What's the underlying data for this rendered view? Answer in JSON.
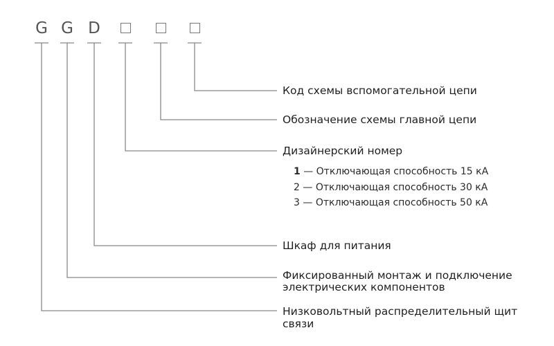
{
  "code": {
    "letters": [
      "G",
      "G",
      "D"
    ],
    "placeholders": [
      "□",
      "□",
      "□"
    ]
  },
  "labels": {
    "aux_circuit": "Код схемы вспомогательной цепи",
    "main_circuit": "Обозначение схемы главной цепи",
    "design_number": "Дизайнерский номер",
    "cabinet": "Шкаф для питания",
    "fixed_mount_line1": "Фиксированный монтаж и подключение",
    "fixed_mount_line2": "электрических компонентов",
    "low_voltage_line1": "Низковольтный распределительный щит",
    "low_voltage_line2": "связи"
  },
  "design_options": [
    {
      "num": "1",
      "text": " — Отключающая способность 15 кА"
    },
    {
      "num": "2",
      "text": " — Отключающая способность 30 кА"
    },
    {
      "num": "3",
      "text": " — Отключающая способность 50 кА"
    }
  ],
  "colors": {
    "lines": "#888888",
    "code_letters": "#555555",
    "text": "#1f1f1f"
  }
}
